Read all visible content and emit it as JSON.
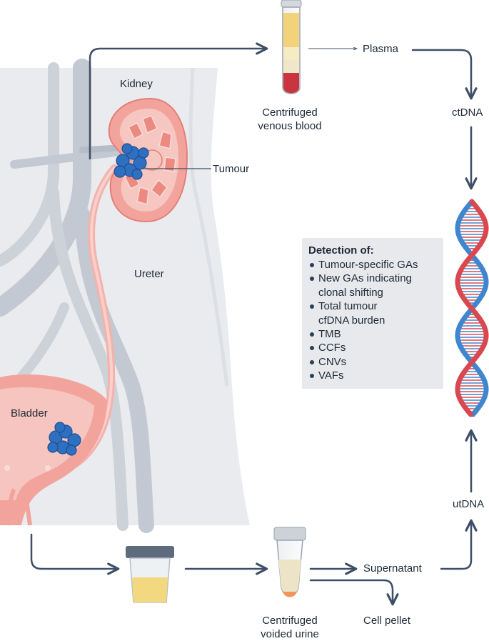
{
  "labels": {
    "plasma": "Plasma",
    "centrifuged_blood": [
      "Centrifuged",
      "venous blood"
    ],
    "ctdna": "ctDNA",
    "kidney": "Kidney",
    "tumour": "Tumour",
    "ureter": "Ureter",
    "bladder": "Bladder",
    "utdna": "utDNA",
    "supernatant": "Supernatant",
    "cell_pellet": "Cell pellet",
    "centrifuged_urine": [
      "Centrifuged",
      "voided urine"
    ]
  },
  "detection": {
    "title": "Detection of:",
    "items": [
      [
        "Tumour-specific GAs"
      ],
      [
        "New GAs indicating",
        "clonal shifting"
      ],
      [
        "Total tumour",
        "cfDNA burden"
      ],
      [
        "TMB"
      ],
      [
        "CCFs"
      ],
      [
        "CNVs"
      ],
      [
        "VAFs"
      ]
    ]
  },
  "colors": {
    "arrow": "#3d4f66",
    "body_bg": "#e9ebee",
    "vessels": "#c3c9d2",
    "kidney": "#f2a49c",
    "tumour": "#2f6fc0",
    "dna_red": "#d9484f",
    "dna_blue": "#3f86cf",
    "plasma": "#f3d27c",
    "blood": "#c9343f",
    "urine": "#f2d980"
  }
}
